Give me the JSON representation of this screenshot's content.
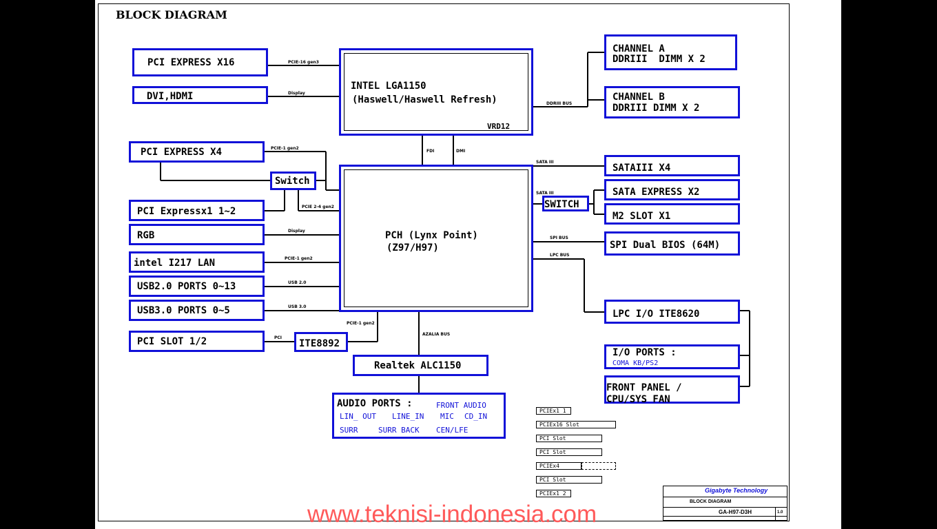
{
  "title": "BLOCK DIAGRAM",
  "cpu": {
    "line1": "INTEL LGA1150",
    "line2": "(Haswell/Haswell Refresh)",
    "vrd": "VRD12"
  },
  "pch": {
    "line1": "PCH (Lynx Point)",
    "line2": "(Z97/H97)"
  },
  "left": {
    "pcie16": "PCI EXPRESS X16",
    "dvi": "DVI,HDMI",
    "pcie4": "PCI EXPRESS X4",
    "switch": "Switch",
    "pcie1": "PCI Expressx1 1~2",
    "rgb": "RGB",
    "lan": "intel I217 LAN",
    "usb2": "USB2.0 PORTS 0~13",
    "usb3": "USB3.0 PORTS 0~5",
    "pcislot": "PCI SLOT 1/2",
    "ite8892": "ITE8892"
  },
  "right": {
    "chA1": "CHANNEL A",
    "chA2": "DDRIII  DIMM X 2",
    "chB1": "CHANNEL B",
    "chB2": "DDRIII DIMM X 2",
    "sata": "SATAIII X4",
    "switch": "SWITCH",
    "sataexp": "SATA EXPRESS X2",
    "m2": "M2 SLOT X1",
    "spi": "SPI Dual BIOS (64M)",
    "lpc": "LPC I/O ITE8620",
    "io": "I/O PORTS :",
    "io_sub": "COMA  KB/PS2",
    "front1": "FRONT PANEL /",
    "front2": "CPU/SYS FAN"
  },
  "audio": {
    "codec": "Realtek ALC1150",
    "ports": "AUDIO PORTS :",
    "front": "FRONT AUDIO",
    "lin": "LIN_ OUT",
    "linein": "LINE_IN",
    "mic": "MIC",
    "cd": "CD_IN",
    "surr": "SURR",
    "surrback": "SURR BACK",
    "cen": "CEN/LFE"
  },
  "bus_labels": {
    "pcie16": "PCIE-16 gen3",
    "display1": "Display",
    "ddr": "DDRIII BUS",
    "fdi": "FDI",
    "dmi": "DMI",
    "pcie1gen2a": "PCIE-1 gen2",
    "pcie24": "PCIE 2-4 gen2",
    "display2": "Display",
    "pcie1gen2b": "PCIE-1 gen2",
    "usb20": "USB 2.0",
    "usb30": "USB 3.0",
    "pcie1gen2c": "PCIE-1 gen2",
    "pci": "PCI",
    "azalia": "AZALIA BUS",
    "sata1": "SATA III",
    "sata2": "SATA III",
    "spi": "SPI BUS",
    "lpc": "LPC BUS"
  },
  "legend": [
    "PCIEx1 1",
    "PCIEx16 Slot",
    "PCI Slot",
    "PCI Slot",
    "PCIEx4",
    "PCI Slot",
    "PCIEx1 2"
  ],
  "titleblock": {
    "company": "Gigabyte Technology",
    "doc": "BLOCK DIAGRAM",
    "model": "GA-H97-D3H",
    "rev": "1.0"
  },
  "watermark": "www.teknisi-indonesia.com",
  "colors": {
    "box_border": "#1010d8",
    "watermark": "#ff5a5a"
  }
}
